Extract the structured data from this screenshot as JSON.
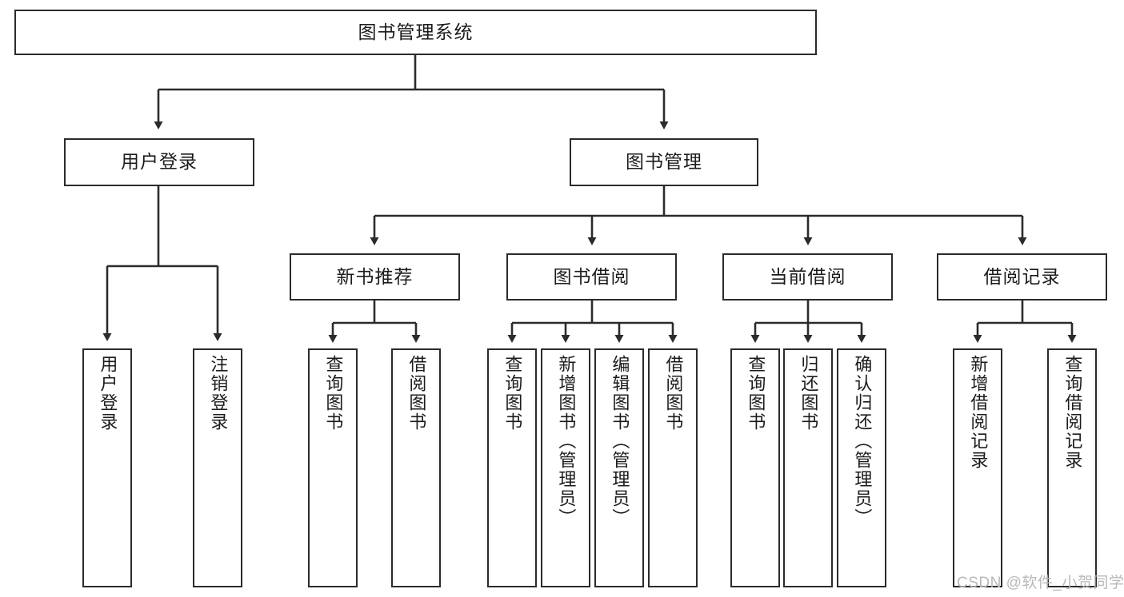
{
  "diagram": {
    "title": "图书管理系统",
    "watermark": "CSDN @软件_小贺同学",
    "line_color": "#2b2b2b",
    "box_fill": "#ffffff",
    "text_color": "#1c1c1c",
    "watermark_color": "#b9b9b9",
    "levels": {
      "root": "图书管理系统",
      "level2": [
        "用户登录",
        "图书管理"
      ],
      "level3": [
        "新书推荐",
        "图书借阅",
        "当前借阅",
        "借阅记录"
      ]
    },
    "nodes": {
      "root": {
        "label": "图书管理系统"
      },
      "user_login": {
        "label": "用户登录"
      },
      "book_manage": {
        "label": "图书管理"
      },
      "new_book_rec": {
        "label": "新书推荐"
      },
      "book_borrow": {
        "label": "图书借阅"
      },
      "current_borrow": {
        "label": "当前借阅"
      },
      "borrow_record": {
        "label": "借阅记录"
      }
    },
    "leaves": {
      "user_login": [
        {
          "label": "用户登录"
        },
        {
          "label": "注销登录"
        }
      ],
      "new_book_rec": [
        {
          "label": "查询图书"
        },
        {
          "label": "借阅图书"
        }
      ],
      "book_borrow": [
        {
          "label": "查询图书"
        },
        {
          "label": "新增图书（管理员）"
        },
        {
          "label": "编辑图书（管理员）"
        },
        {
          "label": "借阅图书"
        }
      ],
      "current_borrow": [
        {
          "label": "查询图书"
        },
        {
          "label": "归还图书"
        },
        {
          "label": "确认归还（管理员）"
        }
      ],
      "borrow_record": [
        {
          "label": "新增借阅记录"
        },
        {
          "label": "查询借阅记录"
        }
      ]
    }
  }
}
